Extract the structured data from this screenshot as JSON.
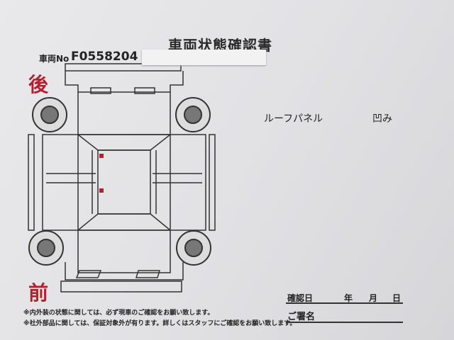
{
  "document": {
    "title": "車両状態確認書",
    "vehicle_no_label": "車両No",
    "vehicle_no": "F0558204",
    "rear_label": "後",
    "front_label": "前",
    "damage_notes": [
      {
        "part": "ルーフパネル",
        "condition": "凹み"
      }
    ],
    "disclaimers": [
      "※内外装の状態に関しては、必ず現車のご確認をお願い致します。",
      "※社外部品に関しては、保証対象外が有ります。詳しくはスタッフにご確認をお願い致します。"
    ],
    "confirm_date_label": "確認日",
    "year_label": "年",
    "month_label": "月",
    "day_label": "日",
    "signature_label": "ご署名",
    "accent_color": "#b32030"
  }
}
